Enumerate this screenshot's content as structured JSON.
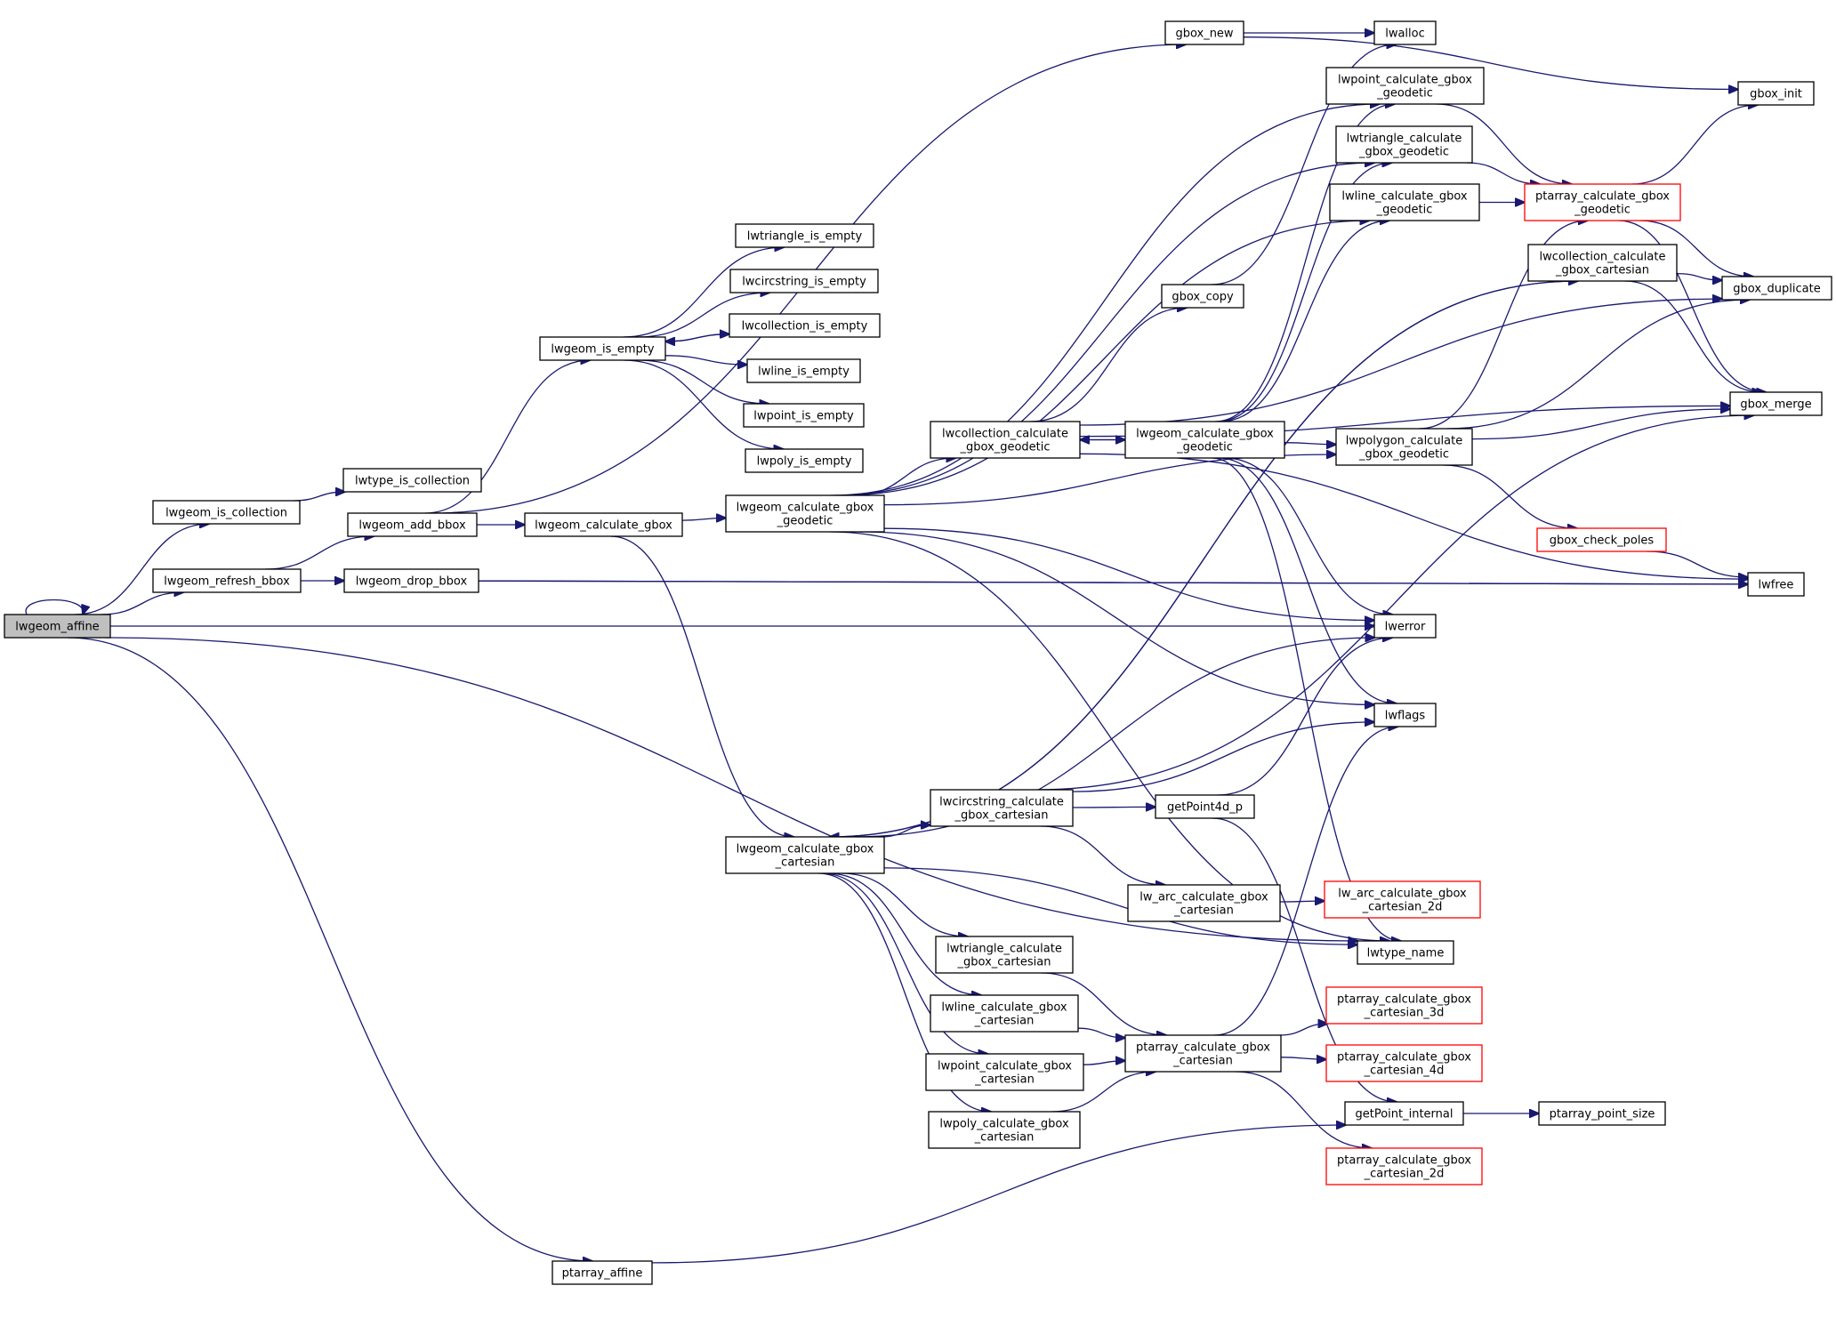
{
  "title": "lwgeom_affine call graph",
  "colors": {
    "edge": "#191970",
    "root_fill": "#bfbfbf",
    "node_border": "#000000",
    "truncated_border": "#ff0000"
  },
  "nodes": [
    {
      "id": "lwgeom_affine",
      "lines": [
        "lwgeom_affine"
      ],
      "kind": "root"
    },
    {
      "id": "lwgeom_is_collection",
      "lines": [
        "lwgeom_is_collection"
      ],
      "kind": "normal"
    },
    {
      "id": "lwtype_is_collection",
      "lines": [
        "lwtype_is_collection"
      ],
      "kind": "normal"
    },
    {
      "id": "lwgeom_add_bbox",
      "lines": [
        "lwgeom_add_bbox"
      ],
      "kind": "normal"
    },
    {
      "id": "lwgeom_refresh_bbox",
      "lines": [
        "lwgeom_refresh_bbox"
      ],
      "kind": "normal"
    },
    {
      "id": "lwgeom_drop_bbox",
      "lines": [
        "lwgeom_drop_bbox"
      ],
      "kind": "normal"
    },
    {
      "id": "lwgeom_is_empty",
      "lines": [
        "lwgeom_is_empty"
      ],
      "kind": "normal"
    },
    {
      "id": "lwtriangle_is_empty",
      "lines": [
        "lwtriangle_is_empty"
      ],
      "kind": "normal"
    },
    {
      "id": "lwcircstring_is_empty",
      "lines": [
        "lwcircstring_is_empty"
      ],
      "kind": "normal"
    },
    {
      "id": "lwcollection_is_empty",
      "lines": [
        "lwcollection_is_empty"
      ],
      "kind": "normal"
    },
    {
      "id": "lwline_is_empty",
      "lines": [
        "lwline_is_empty"
      ],
      "kind": "normal"
    },
    {
      "id": "lwpoint_is_empty",
      "lines": [
        "lwpoint_is_empty"
      ],
      "kind": "normal"
    },
    {
      "id": "lwpoly_is_empty",
      "lines": [
        "lwpoly_is_empty"
      ],
      "kind": "normal"
    },
    {
      "id": "lwgeom_calculate_gbox",
      "lines": [
        "lwgeom_calculate_gbox"
      ],
      "kind": "normal"
    },
    {
      "id": "lwgeom_calculate_gbox_geodetic_a",
      "lines": [
        "lwgeom_calculate_gbox",
        "_geodetic"
      ],
      "kind": "normal"
    },
    {
      "id": "lwgeom_calculate_gbox_cartesian",
      "lines": [
        "lwgeom_calculate_gbox",
        "_cartesian"
      ],
      "kind": "normal"
    },
    {
      "id": "gbox_new",
      "lines": [
        "gbox_new"
      ],
      "kind": "normal"
    },
    {
      "id": "lwalloc",
      "lines": [
        "lwalloc"
      ],
      "kind": "normal"
    },
    {
      "id": "gbox_init",
      "lines": [
        "gbox_init"
      ],
      "kind": "normal"
    },
    {
      "id": "lwpoint_calculate_gbox_geodetic",
      "lines": [
        "lwpoint_calculate_gbox",
        "_geodetic"
      ],
      "kind": "normal"
    },
    {
      "id": "lwtriangle_calculate_gbox_geodetic",
      "lines": [
        "lwtriangle_calculate",
        "_gbox_geodetic"
      ],
      "kind": "normal"
    },
    {
      "id": "lwline_calculate_gbox_geodetic",
      "lines": [
        "lwline_calculate_gbox",
        "_geodetic"
      ],
      "kind": "normal"
    },
    {
      "id": "ptarray_calculate_gbox_geodetic",
      "lines": [
        "ptarray_calculate_gbox",
        "_geodetic"
      ],
      "kind": "truncated"
    },
    {
      "id": "lwcollection_calculate_gbox_cartesian",
      "lines": [
        "lwcollection_calculate",
        "_gbox_cartesian"
      ],
      "kind": "normal"
    },
    {
      "id": "gbox_duplicate",
      "lines": [
        "gbox_duplicate"
      ],
      "kind": "normal"
    },
    {
      "id": "gbox_copy",
      "lines": [
        "gbox_copy"
      ],
      "kind": "normal"
    },
    {
      "id": "gbox_merge",
      "lines": [
        "gbox_merge"
      ],
      "kind": "normal"
    },
    {
      "id": "lwcollection_calculate_gbox_geodetic",
      "lines": [
        "lwcollection_calculate",
        "_gbox_geodetic"
      ],
      "kind": "normal"
    },
    {
      "id": "lwgeom_calculate_gbox_geodetic_b",
      "lines": [
        "lwgeom_calculate_gbox",
        "_geodetic"
      ],
      "kind": "normal"
    },
    {
      "id": "lwpolygon_calculate_gbox_geodetic",
      "lines": [
        "lwpolygon_calculate",
        "_gbox_geodetic"
      ],
      "kind": "normal"
    },
    {
      "id": "gbox_check_poles",
      "lines": [
        "gbox_check_poles"
      ],
      "kind": "truncated"
    },
    {
      "id": "lwfree",
      "lines": [
        "lwfree"
      ],
      "kind": "normal"
    },
    {
      "id": "lwerror",
      "lines": [
        "lwerror"
      ],
      "kind": "normal"
    },
    {
      "id": "lwflags",
      "lines": [
        "lwflags"
      ],
      "kind": "normal"
    },
    {
      "id": "lwcircstring_calculate_gbox_cartesian",
      "lines": [
        "lwcircstring_calculate",
        "_gbox_cartesian"
      ],
      "kind": "normal"
    },
    {
      "id": "getPoint4d_p",
      "lines": [
        "getPoint4d_p"
      ],
      "kind": "normal"
    },
    {
      "id": "lw_arc_calculate_gbox_cartesian",
      "lines": [
        "lw_arc_calculate_gbox",
        "_cartesian"
      ],
      "kind": "normal"
    },
    {
      "id": "lw_arc_calculate_gbox_cartesian_2d",
      "lines": [
        "lw_arc_calculate_gbox",
        "_cartesian_2d"
      ],
      "kind": "truncated"
    },
    {
      "id": "lwtype_name",
      "lines": [
        "lwtype_name"
      ],
      "kind": "normal"
    },
    {
      "id": "lwtriangle_calculate_gbox_cartesian",
      "lines": [
        "lwtriangle_calculate",
        "_gbox_cartesian"
      ],
      "kind": "normal"
    },
    {
      "id": "lwline_calculate_gbox_cartesian",
      "lines": [
        "lwline_calculate_gbox",
        "_cartesian"
      ],
      "kind": "normal"
    },
    {
      "id": "lwpoint_calculate_gbox_cartesian",
      "lines": [
        "lwpoint_calculate_gbox",
        "_cartesian"
      ],
      "kind": "normal"
    },
    {
      "id": "lwpoly_calculate_gbox_cartesian",
      "lines": [
        "lwpoly_calculate_gbox",
        "_cartesian"
      ],
      "kind": "normal"
    },
    {
      "id": "ptarray_calculate_gbox_cartesian",
      "lines": [
        "ptarray_calculate_gbox",
        "_cartesian"
      ],
      "kind": "normal"
    },
    {
      "id": "ptarray_calculate_gbox_cartesian_3d",
      "lines": [
        "ptarray_calculate_gbox",
        "_cartesian_3d"
      ],
      "kind": "truncated"
    },
    {
      "id": "ptarray_calculate_gbox_cartesian_4d",
      "lines": [
        "ptarray_calculate_gbox",
        "_cartesian_4d"
      ],
      "kind": "truncated"
    },
    {
      "id": "getPoint_internal",
      "lines": [
        "getPoint_internal"
      ],
      "kind": "normal"
    },
    {
      "id": "ptarray_point_size",
      "lines": [
        "ptarray_point_size"
      ],
      "kind": "normal"
    },
    {
      "id": "ptarray_calculate_gbox_cartesian_2d",
      "lines": [
        "ptarray_calculate_gbox",
        "_cartesian_2d"
      ],
      "kind": "truncated"
    },
    {
      "id": "ptarray_affine",
      "lines": [
        "ptarray_affine"
      ],
      "kind": "normal"
    }
  ],
  "edges": [
    [
      "lwgeom_affine",
      "lwgeom_affine"
    ],
    [
      "lwgeom_affine",
      "lwgeom_is_collection"
    ],
    [
      "lwgeom_affine",
      "lwgeom_refresh_bbox"
    ],
    [
      "lwgeom_affine",
      "lwerror"
    ],
    [
      "lwgeom_affine",
      "lwtype_name"
    ],
    [
      "lwgeom_affine",
      "ptarray_affine"
    ],
    [
      "lwgeom_is_collection",
      "lwtype_is_collection"
    ],
    [
      "lwgeom_refresh_bbox",
      "lwgeom_add_bbox"
    ],
    [
      "lwgeom_refresh_bbox",
      "lwgeom_drop_bbox"
    ],
    [
      "lwgeom_add_bbox",
      "lwgeom_is_empty"
    ],
    [
      "lwgeom_add_bbox",
      "gbox_new"
    ],
    [
      "lwgeom_add_bbox",
      "lwgeom_calculate_gbox"
    ],
    [
      "lwgeom_drop_bbox",
      "lwfree"
    ],
    [
      "lwgeom_is_empty",
      "lwtriangle_is_empty"
    ],
    [
      "lwgeom_is_empty",
      "lwcircstring_is_empty"
    ],
    [
      "lwgeom_is_empty",
      "lwcollection_is_empty"
    ],
    [
      "lwgeom_is_empty",
      "lwline_is_empty"
    ],
    [
      "lwgeom_is_empty",
      "lwpoint_is_empty"
    ],
    [
      "lwgeom_is_empty",
      "lwpoly_is_empty"
    ],
    [
      "lwcollection_is_empty",
      "lwgeom_is_empty"
    ],
    [
      "lwgeom_calculate_gbox",
      "lwgeom_calculate_gbox_geodetic_a"
    ],
    [
      "lwgeom_calculate_gbox",
      "lwgeom_calculate_gbox_cartesian"
    ],
    [
      "lwgeom_calculate_gbox_geodetic_a",
      "lwpoint_calculate_gbox_geodetic"
    ],
    [
      "lwgeom_calculate_gbox_geodetic_a",
      "lwtriangle_calculate_gbox_geodetic"
    ],
    [
      "lwgeom_calculate_gbox_geodetic_a",
      "lwline_calculate_gbox_geodetic"
    ],
    [
      "lwgeom_calculate_gbox_geodetic_a",
      "lwcollection_calculate_gbox_geodetic"
    ],
    [
      "lwgeom_calculate_gbox_geodetic_a",
      "lwpolygon_calculate_gbox_geodetic"
    ],
    [
      "lwgeom_calculate_gbox_geodetic_a",
      "lwerror"
    ],
    [
      "lwgeom_calculate_gbox_geodetic_a",
      "lwflags"
    ],
    [
      "lwgeom_calculate_gbox_geodetic_a",
      "lwtype_name"
    ],
    [
      "gbox_new",
      "lwalloc"
    ],
    [
      "gbox_new",
      "gbox_init"
    ],
    [
      "lwpoint_calculate_gbox_geodetic",
      "ptarray_calculate_gbox_geodetic"
    ],
    [
      "lwtriangle_calculate_gbox_geodetic",
      "ptarray_calculate_gbox_geodetic"
    ],
    [
      "lwline_calculate_gbox_geodetic",
      "ptarray_calculate_gbox_geodetic"
    ],
    [
      "ptarray_calculate_gbox_geodetic",
      "gbox_init"
    ],
    [
      "ptarray_calculate_gbox_geodetic",
      "gbox_duplicate"
    ],
    [
      "ptarray_calculate_gbox_geodetic",
      "gbox_merge"
    ],
    [
      "lwcollection_calculate_gbox_cartesian",
      "gbox_duplicate"
    ],
    [
      "lwcollection_calculate_gbox_cartesian",
      "gbox_merge"
    ],
    [
      "gbox_copy",
      "lwalloc"
    ],
    [
      "lwcollection_calculate_gbox_geodetic",
      "gbox_copy"
    ],
    [
      "lwcollection_calculate_gbox_geodetic",
      "lwgeom_calculate_gbox_geodetic_b"
    ],
    [
      "lwcollection_calculate_gbox_geodetic",
      "gbox_duplicate"
    ],
    [
      "lwcollection_calculate_gbox_geodetic",
      "gbox_merge"
    ],
    [
      "lwcollection_calculate_gbox_geodetic",
      "lwfree"
    ],
    [
      "lwgeom_calculate_gbox_geodetic_b",
      "lwcollection_calculate_gbox_geodetic"
    ],
    [
      "lwgeom_calculate_gbox_geodetic_b",
      "lwpolygon_calculate_gbox_geodetic"
    ],
    [
      "lwgeom_calculate_gbox_geodetic_b",
      "lwpoint_calculate_gbox_geodetic"
    ],
    [
      "lwgeom_calculate_gbox_geodetic_b",
      "lwtriangle_calculate_gbox_geodetic"
    ],
    [
      "lwgeom_calculate_gbox_geodetic_b",
      "lwline_calculate_gbox_geodetic"
    ],
    [
      "lwgeom_calculate_gbox_geodetic_b",
      "lwerror"
    ],
    [
      "lwgeom_calculate_gbox_geodetic_b",
      "lwflags"
    ],
    [
      "lwgeom_calculate_gbox_geodetic_b",
      "lwtype_name"
    ],
    [
      "lwpolygon_calculate_gbox_geodetic",
      "ptarray_calculate_gbox_geodetic"
    ],
    [
      "lwpolygon_calculate_gbox_geodetic",
      "gbox_duplicate"
    ],
    [
      "lwpolygon_calculate_gbox_geodetic",
      "gbox_merge"
    ],
    [
      "lwpolygon_calculate_gbox_geodetic",
      "gbox_check_poles"
    ],
    [
      "gbox_check_poles",
      "lwfree"
    ],
    [
      "lwgeom_calculate_gbox_cartesian",
      "lwcircstring_calculate_gbox_cartesian"
    ],
    [
      "lwgeom_calculate_gbox_cartesian",
      "lwtriangle_calculate_gbox_cartesian"
    ],
    [
      "lwgeom_calculate_gbox_cartesian",
      "lwline_calculate_gbox_cartesian"
    ],
    [
      "lwgeom_calculate_gbox_cartesian",
      "lwpoint_calculate_gbox_cartesian"
    ],
    [
      "lwgeom_calculate_gbox_cartesian",
      "lwpoly_calculate_gbox_cartesian"
    ],
    [
      "lwgeom_calculate_gbox_cartesian",
      "lwcollection_calculate_gbox_cartesian"
    ],
    [
      "lwgeom_calculate_gbox_cartesian",
      "lwerror"
    ],
    [
      "lwgeom_calculate_gbox_cartesian",
      "lwtype_name"
    ],
    [
      "lwcollection_calculate_gbox_cartesian",
      "lwgeom_calculate_gbox_cartesian"
    ],
    [
      "lwcircstring_calculate_gbox_cartesian",
      "getPoint4d_p"
    ],
    [
      "lwcircstring_calculate_gbox_cartesian",
      "lw_arc_calculate_gbox_cartesian"
    ],
    [
      "lwcircstring_calculate_gbox_cartesian",
      "lwflags"
    ],
    [
      "lwcircstring_calculate_gbox_cartesian",
      "gbox_merge"
    ],
    [
      "getPoint4d_p",
      "lwerror"
    ],
    [
      "getPoint4d_p",
      "getPoint_internal"
    ],
    [
      "lw_arc_calculate_gbox_cartesian",
      "lw_arc_calculate_gbox_cartesian_2d"
    ],
    [
      "lwtriangle_calculate_gbox_cartesian",
      "ptarray_calculate_gbox_cartesian"
    ],
    [
      "lwline_calculate_gbox_cartesian",
      "ptarray_calculate_gbox_cartesian"
    ],
    [
      "lwpoint_calculate_gbox_cartesian",
      "ptarray_calculate_gbox_cartesian"
    ],
    [
      "lwpoly_calculate_gbox_cartesian",
      "ptarray_calculate_gbox_cartesian"
    ],
    [
      "ptarray_calculate_gbox_cartesian",
      "lwflags"
    ],
    [
      "ptarray_calculate_gbox_cartesian",
      "ptarray_calculate_gbox_cartesian_3d"
    ],
    [
      "ptarray_calculate_gbox_cartesian",
      "ptarray_calculate_gbox_cartesian_4d"
    ],
    [
      "ptarray_calculate_gbox_cartesian",
      "ptarray_calculate_gbox_cartesian_2d"
    ],
    [
      "getPoint_internal",
      "ptarray_point_size"
    ],
    [
      "ptarray_affine",
      "getPoint_internal"
    ],
    [
      "lwgeom_drop_bbox",
      "lwfree"
    ]
  ]
}
